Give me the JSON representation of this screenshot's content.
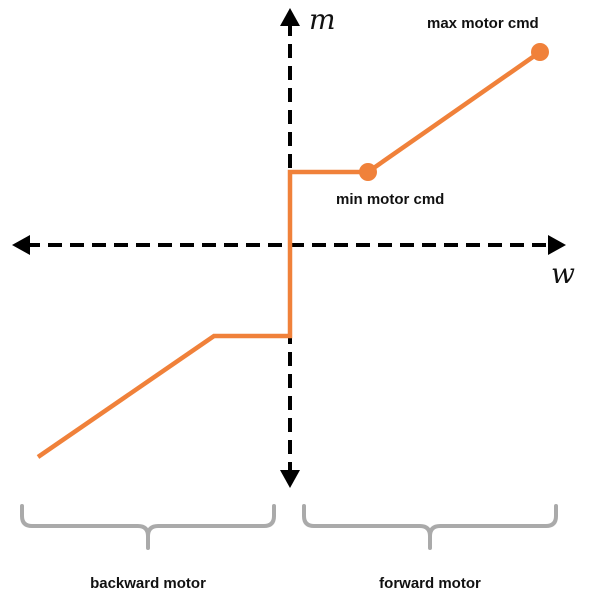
{
  "axes": {
    "y_label": "m",
    "x_label": "w",
    "line_color": "#000000"
  },
  "curve": {
    "color": "#f0813a"
  },
  "points": {
    "max_label": "max motor cmd",
    "min_label": "min motor cmd"
  },
  "regions": {
    "backward_label": "backward motor",
    "forward_label": "forward motor",
    "brace_color": "#aaaaaa"
  }
}
